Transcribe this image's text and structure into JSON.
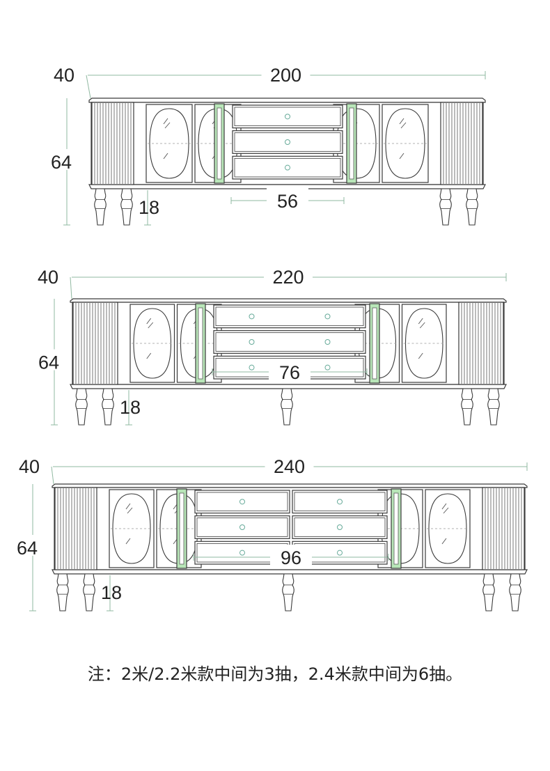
{
  "diagram": {
    "colors": {
      "line": "#3a3a3a",
      "dimension_line": "#8fb8a0",
      "accent_green": "#b8e6b8",
      "fill": "#ffffff"
    },
    "cabinets": [
      {
        "id": "200",
        "width_label": "200",
        "depth_label": "40",
        "height_label": "64",
        "leg_label": "18",
        "center_label": "56",
        "drawer_columns": 1,
        "drawer_rows": 3,
        "center_leg": false
      },
      {
        "id": "220",
        "width_label": "220",
        "depth_label": "40",
        "height_label": "64",
        "leg_label": "18",
        "center_label": "76",
        "drawer_columns": 1,
        "drawer_rows": 3,
        "center_leg": true
      },
      {
        "id": "240",
        "width_label": "240",
        "depth_label": "40",
        "height_label": "64",
        "leg_label": "18",
        "center_label": "96",
        "drawer_columns": 2,
        "drawer_rows": 3,
        "center_leg": true
      }
    ]
  },
  "note": "注：2米/2.2米款中间为3抽，2.4米款中间为6抽。"
}
